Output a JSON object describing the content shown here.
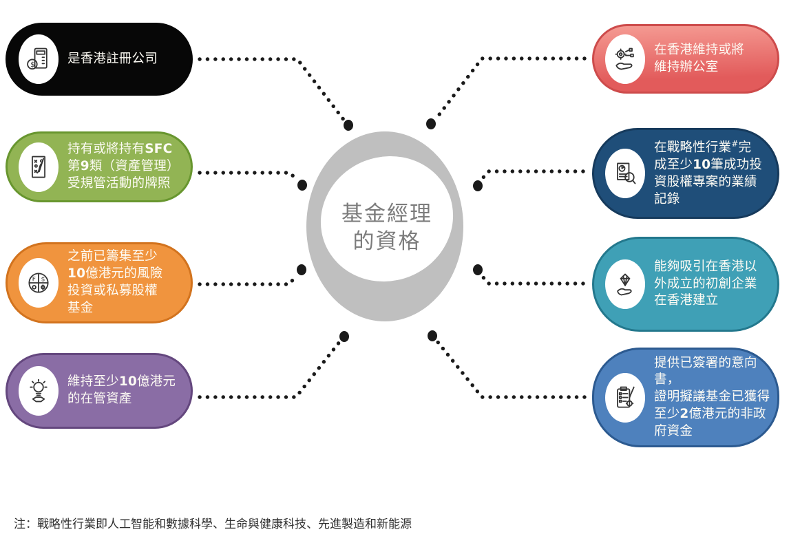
{
  "center": {
    "title_line1": "基金經理",
    "title_line2": "的資格",
    "ring_color": "#bfbfbf",
    "title_color": "#7c7c7c"
  },
  "colors": {
    "connector": "#1a1a1a",
    "background": "#ffffff"
  },
  "qualifications": {
    "left": [
      {
        "id": "hk-registered-company",
        "icon": "calculator-icon",
        "label": "是香港註冊公司",
        "fill": "#070707",
        "border": "#070707"
      },
      {
        "id": "sfc-type9-licence",
        "icon": "strategy-plan-icon",
        "label": "持有或將持有<b>SFC</b><br>第<b>9</b>類（資產管理）<br>受規管活動的牌照",
        "fill": "#92b454",
        "border": "#68962f"
      },
      {
        "id": "raised-1b-hkd-fund",
        "icon": "segmented-circle-icon",
        "label": "之前已籌集至少<br><b>10</b>億港元的風險<br>投資或私募股權<br>基金",
        "fill": "#f0943e",
        "border": "#d2731e"
      },
      {
        "id": "aum-1b-hkd",
        "icon": "lightbulb-hand-icon",
        "label": "維持至少<b>10</b>億港元<br>的在管資產",
        "fill": "#8a6da5",
        "border": "#64477e"
      }
    ],
    "right": [
      {
        "id": "hk-office",
        "icon": "hand-gear-icon",
        "label": "在香港維持或將<br>維持辦公室",
        "fill": "#e25b5b",
        "fill_light": "#f59b93",
        "border": "#cd4b4b"
      },
      {
        "id": "strategic-industry-track-record",
        "icon": "document-magnifier-icon",
        "label": "在戰略性行業<sup>#</sup>完<br>成至少<b>10</b>筆成功投<br>資股權專案的業績<br>記錄",
        "fill": "#1f4e79",
        "border": "#163a5c"
      },
      {
        "id": "attract-startups",
        "icon": "hand-diamond-icon",
        "label": "能夠吸引在香港以<br>外成立的初創企業<br>在香港建立",
        "fill": "#3fa0b6",
        "border": "#23788d"
      },
      {
        "id": "letter-of-intent-200m",
        "icon": "clipboard-pen-icon",
        "label": "提供已簽署的意向書，<br>證明擬議基金已獲得<br>至少<b>2</b>億港元的非政<br>府資金",
        "fill": "#4e81bd",
        "border": "#2c5a90"
      }
    ]
  },
  "footnote": {
    "text": "注：戰略性行業即人工智能和數據科學、生命與健康科技、先進製造和新能源"
  }
}
